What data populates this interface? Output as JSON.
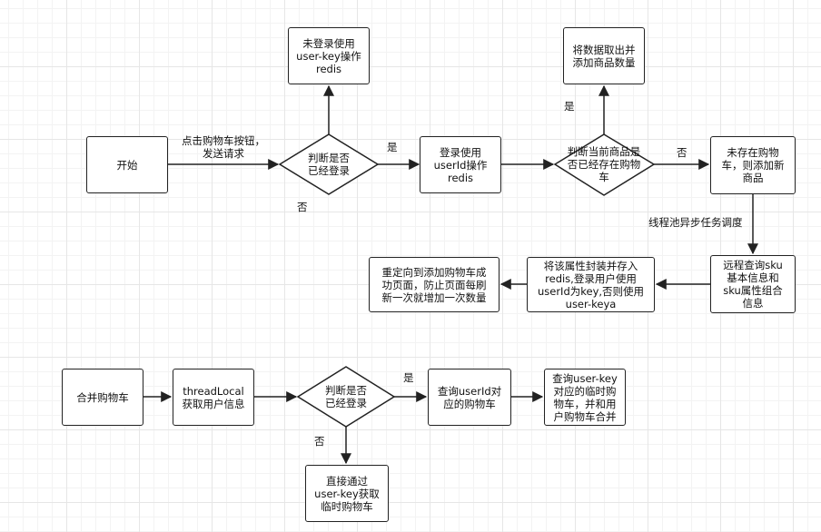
{
  "nodes": {
    "start": "开始",
    "not_logged_redis": "未登录使用\nuser-key操作\nredis",
    "judge_login_1": "判断是否\n已经登录",
    "logged_redis": "登录使用\nuserId操作\nredis",
    "judge_exists": "判断当前商品是\n否已经存在购物\n车",
    "take_out_add_qty": "将数据取出并\n添加商品数量",
    "not_exist_add": "未存在购物\n车，则添加新\n商品",
    "remote_query_sku": "远程查询sku\n基本信息和\nsku属性组合\n信息",
    "pack_store_redis": "将该属性封装并存入\nredis,登录用户使用\nuserId为key,否则使用\nuser-keya",
    "redirect_success": "重定向到添加购物车成\n功页面，防止页面每刷\n新一次就增加一次数量",
    "merge_cart": "合并购物车",
    "thread_local": "threadLocal\n获取用户信息",
    "judge_login_2": "判断是否\n已经登录",
    "query_userid_cart": "查询userId对\n应的购物车",
    "query_userkey_merge": "查询user-key\n对应的临时购\n物车，并和用\n户购物车合并",
    "get_temp_cart": "直接通过\nuser-key获取\n临时购物车"
  },
  "edge_labels": {
    "click_cart": "点击购物车按钮，\n发送请求",
    "yes_1": "是",
    "no_1": "否",
    "yes_exists": "是",
    "no_exists": "否",
    "thread_pool": "线程池异步任务调度",
    "yes_2": "是",
    "no_2": "否"
  },
  "colors": {
    "stroke": "#222222",
    "fill": "#ffffff",
    "grid_major": "#e6e6e6",
    "grid_minor": "#f3f3f3"
  }
}
